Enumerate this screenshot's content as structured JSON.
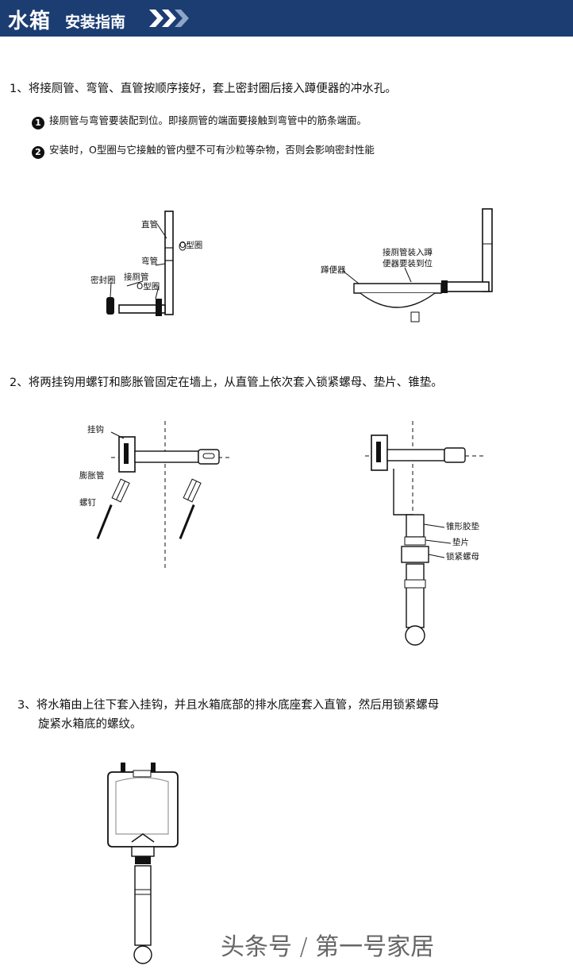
{
  "header": {
    "title": "水箱",
    "subtitle": "安装指南"
  },
  "step1": {
    "text": "1、将接厕管、弯管、直管按顺序接好，套上密封圈后接入蹲便器的冲水孔。",
    "note1_num": "1",
    "note1": "接厕管与弯管要装配到位。即接厕管的端面要接触到弯管中的筋条端面。",
    "note2_num": "2",
    "note2": "安装时，O型圈与它接触的管内壁不可有沙粒等杂物，否则会影响密封性能",
    "fig_left": {
      "zhiguan": "直管",
      "oring1": "O型圈",
      "wanguan": "弯管",
      "jiecEguan": "接厕管",
      "oring2": "O型圈",
      "mifengquan": "密封圈"
    },
    "fig_right": {
      "note_line1": "接厕管装入蹲",
      "note_line2": "便器要装到位",
      "dunbianqi": "蹲便器"
    }
  },
  "step2": {
    "text": "2、将两挂钩用螺钉和膨胀管固定在墙上，从直管上依次套入锁紧螺母、垫片、锥垫。",
    "fig_left": {
      "guagou": "挂钩",
      "pengzhangguan": "膨胀管",
      "luoding": "螺钉"
    },
    "fig_right": {
      "zhuixing": "锥形胶垫",
      "dianpian": "垫片",
      "suojin": "锁紧螺母"
    }
  },
  "step3": {
    "line1": "3、将水箱由上往下套入挂钩，并且水箱底部的排水底座套入直管，然后用锁紧螺母",
    "line2": "旋紧水箱底的螺纹。"
  },
  "watermark": "头条号 / 第一号家居"
}
